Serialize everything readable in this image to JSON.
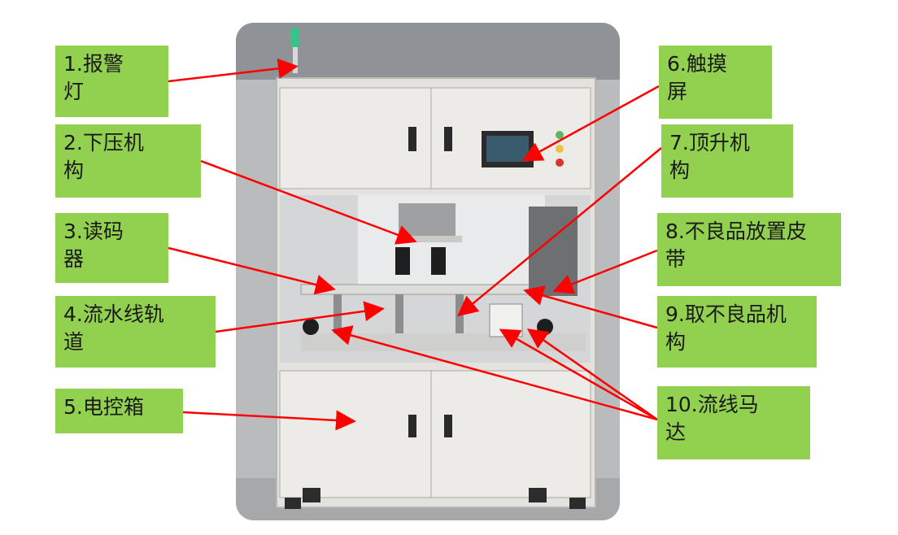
{
  "callouts": [
    {
      "id": "alarm-light",
      "text": "1.报警\n灯"
    },
    {
      "id": "press-mechanism",
      "text": "2.下压机\n构"
    },
    {
      "id": "code-reader",
      "text": "3.读码\n器"
    },
    {
      "id": "conveyor-track",
      "text": "4.流水线轨\n道"
    },
    {
      "id": "control-box",
      "text": "5.电控箱"
    },
    {
      "id": "touch-screen",
      "text": "6.触摸\n屏"
    },
    {
      "id": "lift-mechanism",
      "text": "7.顶升机\n构"
    },
    {
      "id": "reject-belt",
      "text": "8.不良品放置皮\n带"
    },
    {
      "id": "reject-pick-mechanism",
      "text": "9.取不良品机\n构"
    },
    {
      "id": "line-motor",
      "text": "10.流线马\n达"
    }
  ],
  "colors": {
    "label_bg": "#92d050",
    "arrow": "#ff0000",
    "frame": "#ecebe8"
  }
}
